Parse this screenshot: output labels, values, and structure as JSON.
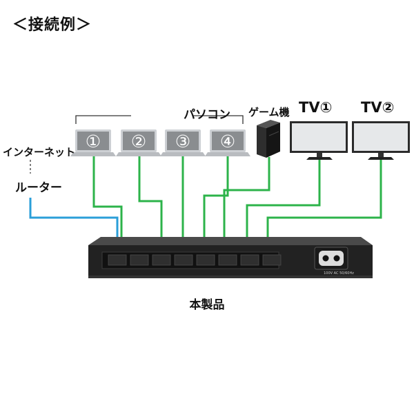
{
  "title": "＜接続例＞",
  "labels": {
    "pc_group": "パソコン",
    "game": "ゲーム機",
    "tv1": "TV①",
    "tv2": "TV②",
    "internet": "インターネット",
    "router": "ルーター",
    "product": "本製品",
    "power_rating": "100V AC 50/60Hz"
  },
  "laptops": [
    "①",
    "②",
    "③",
    "④"
  ],
  "colors": {
    "ethernet_green": "#2cb34a",
    "uplink_blue": "#2a9ed8",
    "switch_body": "#222222",
    "laptop_screen": "#8a8d90",
    "laptop_body": "#cdd0d4",
    "tv_screen": "#e6e8ea",
    "tv_bezel": "#2b2b2b"
  },
  "icons": [
    "laptop-icon",
    "game-console-icon",
    "tv-icon",
    "switch-icon",
    "power-inlet-icon"
  ]
}
